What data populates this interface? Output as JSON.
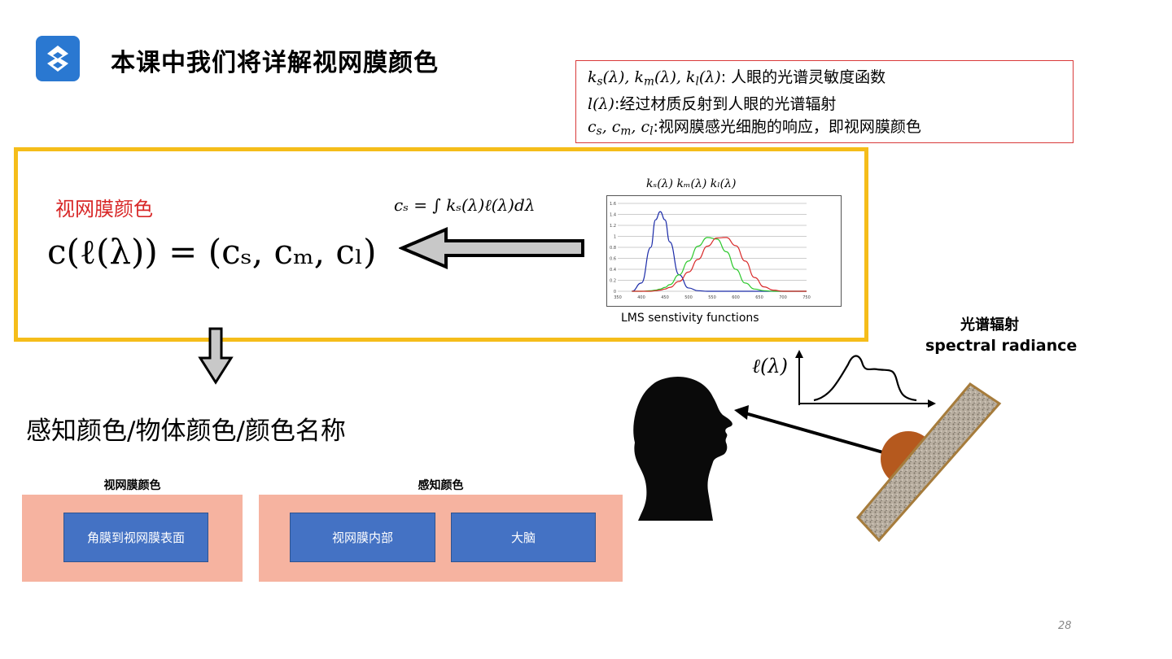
{
  "slide": {
    "title": "本课中我们将详解视网膜颜色",
    "page_number": "28"
  },
  "legend": {
    "line1_suffix": ": 人眼的光谱灵敏度函数",
    "line2_suffix": ":经过材质反射到人眼的光谱辐射",
    "line3_suffix": ":视网膜感光细胞的响应，即视网膜颜色"
  },
  "main": {
    "retina_color_label": "视网膜颜色",
    "formula_main": "c(ℓ(λ)) = (cₛ, cₘ, cₗ)",
    "formula_integral": "cₛ = ∫ kₛ(λ)ℓ(λ)dλ"
  },
  "chart_data": {
    "type": "line",
    "title": "kₛ(λ)  kₘ(λ)  kₗ(λ)",
    "caption": "LMS senstivity functions",
    "xlabel": "",
    "ylabel": "",
    "xlim": [
      350,
      750
    ],
    "ylim": [
      0,
      1.6
    ],
    "x_ticks": [
      350,
      400,
      450,
      500,
      550,
      600,
      650,
      700,
      750
    ],
    "y_ticks": [
      0,
      0.2,
      0.4,
      0.6,
      0.8,
      1,
      1.2,
      1.4,
      1.6
    ],
    "grid": true,
    "x": [
      380,
      400,
      420,
      430,
      440,
      450,
      460,
      480,
      500,
      520,
      540,
      560,
      580,
      600,
      620,
      640,
      660,
      680,
      700,
      720,
      750
    ],
    "series": [
      {
        "color": "#1a2aa8",
        "values": [
          0.0,
          0.15,
          0.8,
          1.3,
          1.45,
          1.3,
          0.9,
          0.3,
          0.06,
          0.01,
          0.0,
          0.0,
          0.0,
          0.0,
          0.0,
          0.0,
          0.0,
          0.0,
          0.0,
          0.0,
          0.0
        ]
      },
      {
        "color": "#2bc82b",
        "values": [
          0.0,
          0.0,
          0.01,
          0.02,
          0.04,
          0.07,
          0.12,
          0.3,
          0.55,
          0.82,
          0.98,
          0.95,
          0.72,
          0.4,
          0.15,
          0.04,
          0.01,
          0.0,
          0.0,
          0.0,
          0.0
        ]
      },
      {
        "color": "#d82a2a",
        "values": [
          0.0,
          0.0,
          0.0,
          0.01,
          0.02,
          0.04,
          0.07,
          0.18,
          0.35,
          0.58,
          0.82,
          0.97,
          0.98,
          0.83,
          0.55,
          0.25,
          0.08,
          0.02,
          0.0,
          0.0,
          0.0
        ]
      }
    ]
  },
  "perceived": {
    "text": "感知颜色/物体颜色/颜色名称"
  },
  "spectral": {
    "label_zh": "光谱辐射",
    "label_en": "spectral radiance",
    "axis_label": "ℓ(λ)"
  },
  "groups": {
    "retina": {
      "label": "视网膜颜色",
      "boxes": [
        "角膜到视网膜表面"
      ]
    },
    "perceptual": {
      "label": "感知颜色",
      "boxes": [
        "视网膜内部",
        "大脑"
      ]
    }
  },
  "colors": {
    "accent_yellow": "#f5bd1a",
    "legend_red": "#d93a3a",
    "box_blue": "#4472c4",
    "group_salmon": "#f6b3a0"
  }
}
